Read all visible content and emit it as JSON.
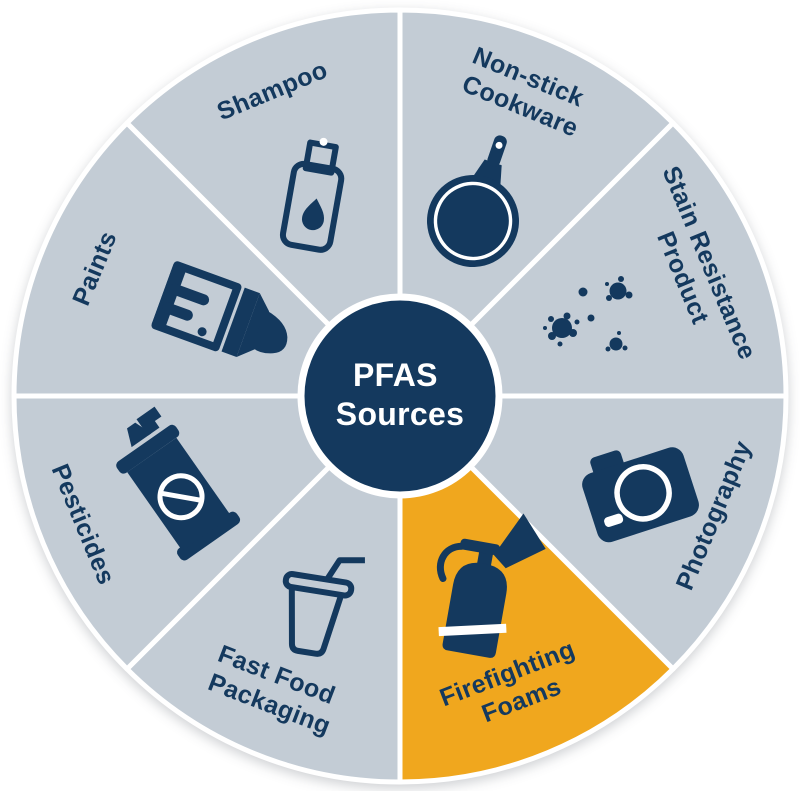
{
  "title": "PFAS Sources",
  "center": {
    "lines": [
      "PFAS",
      "Sources"
    ]
  },
  "colors": {
    "navy": "#14395E",
    "segment": "#C3CCD5",
    "highlight": "#F0A71E",
    "white": "#FFFFFF"
  },
  "segments": [
    {
      "name": "non-stick-cookware",
      "lines": [
        "Non-stick",
        "Cookware"
      ],
      "icon": "frying-pan-icon",
      "highlighted": false
    },
    {
      "name": "stain-resistance-product",
      "lines": [
        "Stain Resistance",
        "Product"
      ],
      "icon": "stain-splatter-icon",
      "highlighted": false
    },
    {
      "name": "photography",
      "lines": [
        "Photography"
      ],
      "icon": "camera-icon",
      "highlighted": false
    },
    {
      "name": "firefighting-foams",
      "lines": [
        "Firefighting",
        "Foams"
      ],
      "icon": "fire-extinguisher-icon",
      "highlighted": true
    },
    {
      "name": "fast-food-packaging",
      "lines": [
        "Fast Food",
        "Packaging"
      ],
      "icon": "drink-cup-icon",
      "highlighted": false
    },
    {
      "name": "pesticides",
      "lines": [
        "Pesticides"
      ],
      "icon": "spray-can-icon",
      "highlighted": false
    },
    {
      "name": "paints",
      "lines": [
        "Paints"
      ],
      "icon": "paint-brush-icon",
      "highlighted": false
    },
    {
      "name": "shampoo",
      "lines": [
        "Shampoo"
      ],
      "icon": "shampoo-bottle-icon",
      "highlighted": false
    }
  ]
}
